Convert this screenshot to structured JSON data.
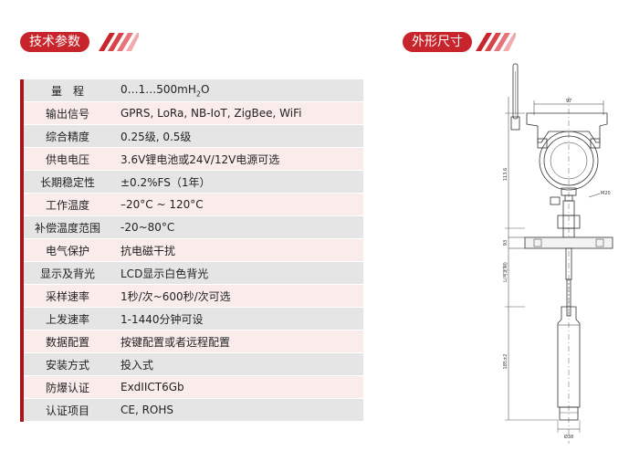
{
  "sections": {
    "specs_title": "技术参数",
    "dimensions_title": "外形尺寸"
  },
  "specs": [
    {
      "label": "量　程",
      "value": "0…1…500mH",
      "sub": "2",
      "tail": "O"
    },
    {
      "label": "输出信号",
      "value": "GPRS, LoRa, NB-IoT, ZigBee, WiFi"
    },
    {
      "label": "综合精度",
      "value": "0.25级, 0.5级"
    },
    {
      "label": "供电电压",
      "value": "3.6V锂电池或24V/12V电源可选"
    },
    {
      "label": "长期稳定性",
      "value": "±0.2%FS（1年）"
    },
    {
      "label": "工作温度",
      "value": "–20°C ~ 120°C"
    },
    {
      "label": "补偿温度范围",
      "value": "-20~80°C"
    },
    {
      "label": "电气保护",
      "value": "抗电磁干扰"
    },
    {
      "label": "显示及背光",
      "value": "LCD显示白色背光"
    },
    {
      "label": "采样速率",
      "value": "1秒/次~600秒/次可选"
    },
    {
      "label": "上发速率",
      "value": "1-1440分钟可设"
    },
    {
      "label": "数据配置",
      "value": "按键配置或者远程配置"
    },
    {
      "label": "安装方式",
      "value": "投入式"
    },
    {
      "label": "防爆认证",
      "value": "ExdIICT6Gb"
    },
    {
      "label": "认证项目",
      "value": "CE, ROHS"
    }
  ],
  "drawing": {
    "dims": {
      "top_width": "97",
      "head_height": "113.6",
      "port": "M20",
      "flange": "93",
      "cable": "L(可定制)",
      "probe": "185±2",
      "diameter": "Ø38"
    }
  },
  "colors": {
    "accent": "#c8242c",
    "row_grey": "#e5e5e5",
    "row_pink": "#fbecec"
  }
}
